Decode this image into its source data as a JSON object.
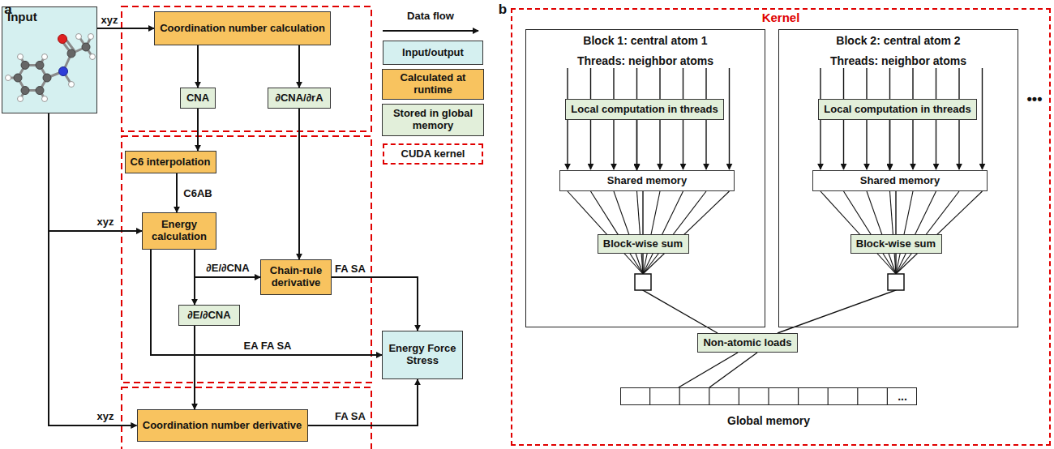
{
  "diagram": {
    "nodes": [
      {
        "text": [
          "Input"
        ]
      },
      {
        "text": [
          "Coordination number calculation"
        ]
      },
      {
        "text": [
          "CNA"
        ]
      },
      {
        "text": [
          "∂CNA/∂rA"
        ]
      },
      {
        "text": [
          "C6 interpolation"
        ]
      },
      {
        "text": [
          "Energy calculation"
        ]
      },
      {
        "text": [
          "∂E/∂CNA"
        ]
      },
      {
        "text": [
          "Chain-rule derivative"
        ]
      },
      {
        "text": [
          "Energy Force Stress"
        ]
      },
      {
        "text": [
          "Coordination number derivative"
        ]
      },
      {
        "text": [
          "Kernel"
        ]
      },
      {
        "text": [
          "Block 1: central atom 1",
          "Threads: neighbor atoms"
        ],
        "in": 10
      },
      {
        "text": [
          "Local computation in threads"
        ],
        "in": 11
      },
      {
        "text": [
          "Shared memory"
        ],
        "in": 11
      },
      {
        "text": [
          "Block-wise sum"
        ],
        "in": 11
      },
      {
        "text": [
          "Block 2: central atom 2",
          "Threads: neighbor atoms"
        ],
        "in": 10
      },
      {
        "text": [
          "Local computation in threads"
        ],
        "in": 15
      },
      {
        "text": [
          "Shared memory"
        ],
        "in": 15
      },
      {
        "text": [
          "Block-wise sum"
        ],
        "in": 15
      },
      {
        "text": [
          "Non-atomic loads"
        ],
        "in": 10
      },
      {
        "text": [
          "Global memory"
        ],
        "in": 10
      }
    ],
    "edges": [
      {
        "from": 0,
        "to": 1,
        "arrow": "to",
        "label": "xyz"
      },
      {
        "from": 1,
        "to": 2,
        "arrow": "to"
      },
      {
        "from": 1,
        "to": 3,
        "arrow": "to"
      },
      {
        "from": 2,
        "to": 4,
        "arrow": "to"
      },
      {
        "from": 3,
        "to": 7,
        "arrow": "to"
      },
      {
        "from": 4,
        "to": 5,
        "arrow": "to",
        "label": "C6AB"
      },
      {
        "from": 0,
        "to": 5,
        "arrow": "to",
        "label": "xyz"
      },
      {
        "from": 0,
        "to": 9,
        "arrow": "to",
        "label": "xyz"
      },
      {
        "from": 5,
        "to": 7,
        "arrow": "to",
        "label": "∂E/∂CNA"
      },
      {
        "from": 5,
        "to": 6,
        "arrow": "to"
      },
      {
        "from": 5,
        "to": 8,
        "arrow": "to",
        "label": "EA FA SA"
      },
      {
        "from": 7,
        "to": 8,
        "arrow": "to",
        "label": "FA SA"
      },
      {
        "from": 6,
        "to": 9,
        "arrow": "to"
      },
      {
        "from": 9,
        "to": 8,
        "arrow": "to",
        "label": "FA SA"
      },
      {
        "from": 12,
        "to": 13,
        "arrow": "to"
      },
      {
        "from": 13,
        "to": 14,
        "arrow": "none"
      },
      {
        "from": 14,
        "to": 19,
        "arrow": "none"
      },
      {
        "from": 19,
        "to": 20,
        "arrow": "none"
      },
      {
        "from": 16,
        "to": 17,
        "arrow": "to"
      },
      {
        "from": 17,
        "to": 18,
        "arrow": "none"
      },
      {
        "from": 18,
        "to": 19,
        "arrow": "none"
      }
    ],
    "labels": [
      "a",
      "b",
      "...",
      "•••"
    ],
    "legend": [
      {
        "text": "Data flow"
      },
      {
        "text": "Input/output",
        "color": "#d5f0f0"
      },
      {
        "text": "Calculated at runtime",
        "color": "#f8c35f"
      },
      {
        "text": "Stored in global memory",
        "color": "#e2efda"
      },
      {
        "text": "CUDA kernel"
      }
    ]
  }
}
